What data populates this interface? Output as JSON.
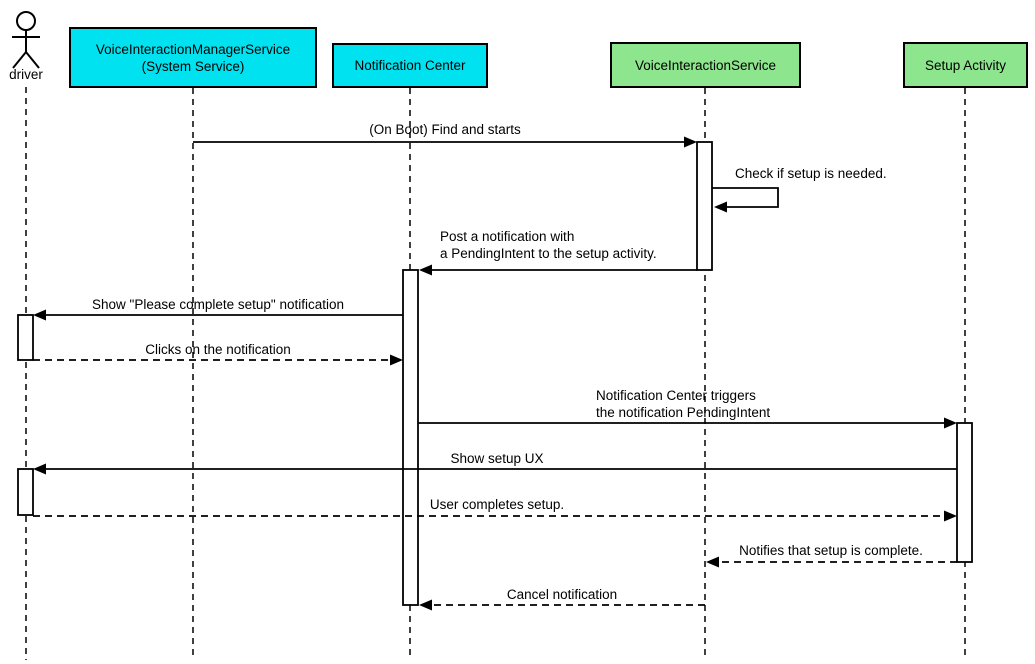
{
  "diagram_type": "uml-sequence",
  "colors": {
    "system_service_fill": "#00E2F0",
    "app_component_fill": "#8DE58D",
    "line": "#000000",
    "background": "#FFFFFF",
    "activation_fill": "#FFFFFF"
  },
  "participants": [
    {
      "label": "driver",
      "type": "actor"
    },
    {
      "label": "VoiceInteractionManagerService\n(System Service)",
      "type": "box",
      "fill": "#00E2F0"
    },
    {
      "label": "Notification Center",
      "type": "box",
      "fill": "#00E2F0"
    },
    {
      "label": "VoiceInteractionService",
      "type": "box",
      "fill": "#8DE58D"
    },
    {
      "label": "Setup Activity",
      "type": "box",
      "fill": "#8DE58D"
    }
  ],
  "messages": [
    {
      "label": "(On Boot) Find and starts",
      "from": "VoiceInteractionManagerService (System Service)",
      "to": "VoiceInteractionService",
      "line": "solid"
    },
    {
      "label": "Check if setup is needed.",
      "from": "VoiceInteractionService",
      "to": "VoiceInteractionService",
      "line": "solid",
      "self_message": true
    },
    {
      "label": "Post a notification with\na PendingIntent to the setup activity.",
      "from": "VoiceInteractionService",
      "to": "Notification Center",
      "line": "solid"
    },
    {
      "label": "Show \"Please complete setup\" notification",
      "from": "Notification Center",
      "to": "driver",
      "line": "solid"
    },
    {
      "label": "Clicks on the notification",
      "from": "driver",
      "to": "Notification Center",
      "line": "dashed"
    },
    {
      "label": "Notification Center triggers\nthe notification PendingIntent",
      "from": "Notification Center",
      "to": "Setup Activity",
      "line": "solid"
    },
    {
      "label": "Show setup UX",
      "from": "Setup Activity",
      "to": "driver",
      "line": "solid"
    },
    {
      "label": "User completes setup.",
      "from": "driver",
      "to": "Setup Activity",
      "line": "dashed"
    },
    {
      "label": "Notifies that setup is complete.",
      "from": "Setup Activity",
      "to": "VoiceInteractionService",
      "line": "dashed"
    },
    {
      "label": "Cancel notification",
      "from": "VoiceInteractionService",
      "to": "Notification Center",
      "line": "dashed"
    }
  ]
}
